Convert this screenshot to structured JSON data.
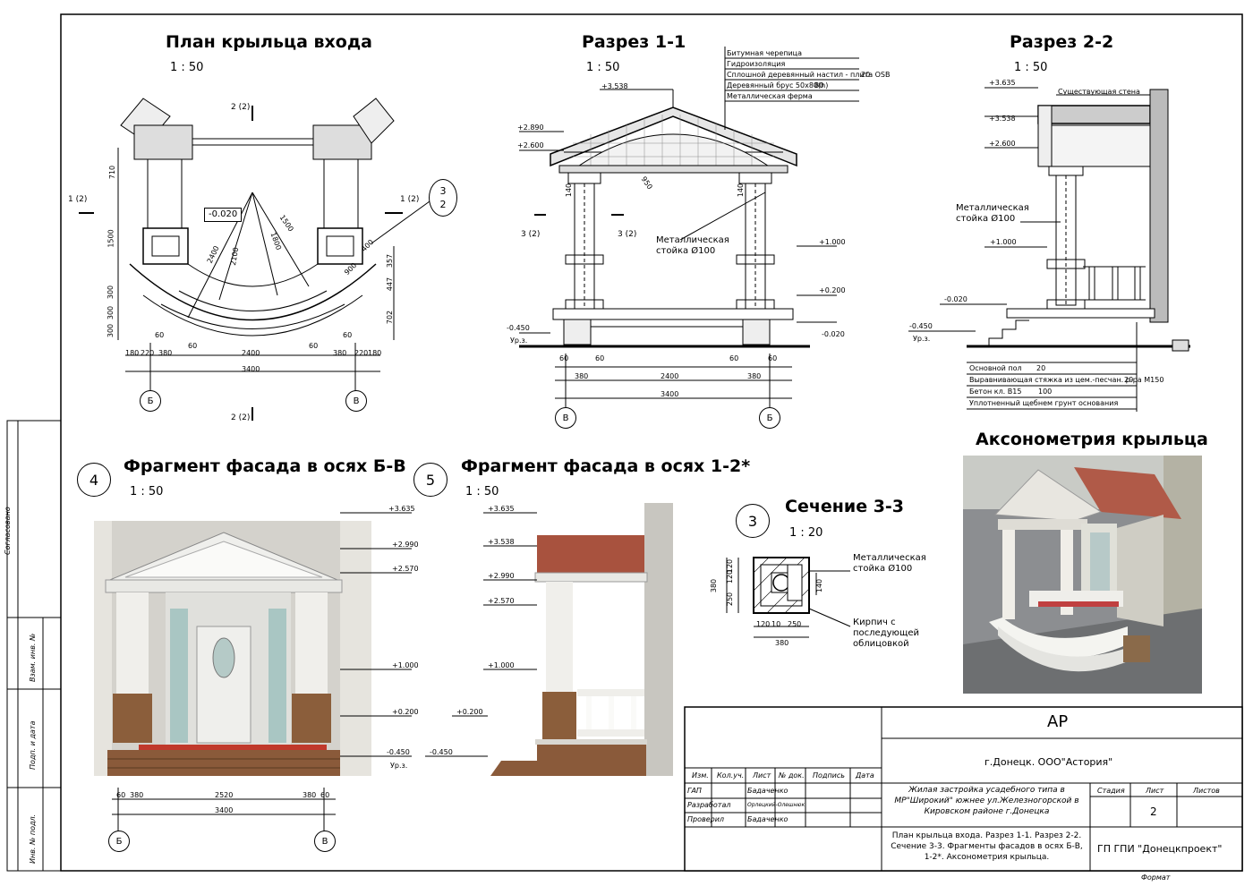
{
  "views": {
    "plan": {
      "title": "План крыльца входа",
      "scale": "1 : 50"
    },
    "section11": {
      "title": "Разрез 1-1",
      "scale": "1 : 50"
    },
    "section22": {
      "title": "Разрез 2-2",
      "scale": "1 : 50"
    },
    "facade4": {
      "number": "4",
      "title": "Фрагмент фасада в осях Б-В",
      "scale": "1 : 50"
    },
    "facade5": {
      "number": "5",
      "title": "Фрагмент фасада в осях 1-2*",
      "scale": "1 : 50"
    },
    "cut33": {
      "number": "3",
      "title": "Сечение 3-3",
      "scale": "1 : 20"
    },
    "axon": {
      "title": "Аксонометрия крыльца"
    }
  },
  "plan": {
    "dims_bottom": [
      "180",
      "220",
      "380",
      "60",
      "2400",
      "60",
      "380",
      "220",
      "180"
    ],
    "dims_bottom_extra": [
      "60",
      "60"
    ],
    "total": "3400",
    "dims_left": [
      "710",
      "1500",
      "300",
      "300",
      "300"
    ],
    "dims_right": [
      "357",
      "447",
      "702"
    ],
    "radii": [
      "2400",
      "2100",
      "1800",
      "1500"
    ],
    "level": "-0.020",
    "dim_400": "400",
    "dim_900": "900",
    "cut_marks": [
      "2 (2)",
      "1 (2)",
      "1 (2)",
      "2 (2)"
    ],
    "callout_top": "3",
    "callout_bottom": "2",
    "axes": [
      "Б",
      "В"
    ]
  },
  "section11": {
    "roof_layers": [
      {
        "text": "Битумная черепица",
        "val": ""
      },
      {
        "text": "Гидроизоляция",
        "val": ""
      },
      {
        "text": "Сплошной деревянный настил - плита OSB",
        "val": "20"
      },
      {
        "text": "Деревянный брус 50x80(h)",
        "val": "80"
      },
      {
        "text": "Металлическая ферма",
        "val": ""
      }
    ],
    "levels_left": [
      "+3.538",
      "+2.890",
      "+2.600",
      "-0.450",
      "Ур.з."
    ],
    "levels_right": [
      "+1.000",
      "+0.200",
      "-0.020"
    ],
    "dim_140a": "140",
    "dim_140b": "140",
    "dim_950": "950",
    "cut_marks": [
      "3 (2)",
      "3 (2)"
    ],
    "column_label": "Металлическая стойка Ø100",
    "dims_bottom": [
      "60",
      "60",
      "60",
      "60"
    ],
    "dims_mid": [
      "380",
      "2400",
      "380"
    ],
    "total": "3400",
    "axes": [
      "В",
      "Б"
    ]
  },
  "section22": {
    "levels": [
      "+3.635",
      "+3.538",
      "+2.600",
      "+1.000",
      "-0.020",
      "-0.450",
      "Ур.з."
    ],
    "existing_wall": "Существующая стена",
    "column_label": "Металлическая стойка Ø100",
    "floor_layers": [
      {
        "text": "Основной пол",
        "val": "20"
      },
      {
        "text": "Выравнивающая стяжка из цем.-песчан. р-ра М150",
        "val": "20"
      },
      {
        "text": "Бетон кл. В15",
        "val": "100"
      },
      {
        "text": "Уплотненный щебнем грунт основания",
        "val": ""
      }
    ]
  },
  "facade4": {
    "levels": [
      "+3.635",
      "+2.990",
      "+2.570",
      "+1.000",
      "+0.200",
      "-0.450",
      "Ур.з."
    ],
    "dims": [
      "60",
      "380",
      "2520",
      "380",
      "60"
    ],
    "total": "3400",
    "axes": [
      "Б",
      "В"
    ]
  },
  "facade5": {
    "levels": [
      "+3.635",
      "+3.538",
      "+2.990",
      "+2.570",
      "+1.000",
      "+0.200",
      "-0.450"
    ]
  },
  "cut33": {
    "column_label": "Металлическая стойка Ø100",
    "brick_label": "Кирпич с последующей облицовкой",
    "dims_left": [
      "380",
      "120",
      "120",
      "250"
    ],
    "dims_bottom": [
      "120",
      "10",
      "250"
    ],
    "total": "380",
    "dim_140": "140"
  },
  "stamp": {
    "code": "АР",
    "org_top": "г.Донецк. ООО\"Астория\"",
    "header": [
      "Изм.",
      "Кол.уч.",
      "Лист",
      "№ док.",
      "Подпись",
      "Дата"
    ],
    "rows": [
      {
        "role": "ГАП",
        "name": "Бадаченко"
      },
      {
        "role": "Разработал",
        "name": "Орлецкий-Олешнюк"
      },
      {
        "role": "Проверил",
        "name": "Бадаченко"
      }
    ],
    "project": "Жилая застройка усадебного типа в МР\"Широкий\" южнее ул.Железногорской в Кировском районе г.Донецка",
    "stage_hdr": "Стадия",
    "sheet_hdr": "Лист",
    "sheets_hdr": "Листов",
    "sheet_no": "2",
    "sheet_desc": "План крыльца входа. Разрез 1-1. Разрез 2-2. Сечение 3-3. Фрагменты фасадов в осях Б-В, 1-2*. Аксонометрия крыльца.",
    "org_bottom": "ГП ГПИ \"Донецкпроект\"",
    "format": "Формат"
  },
  "side_strip": [
    "Согласовано",
    "Взам. инв. №",
    "Подп. и дата",
    "Инв. № подл."
  ]
}
